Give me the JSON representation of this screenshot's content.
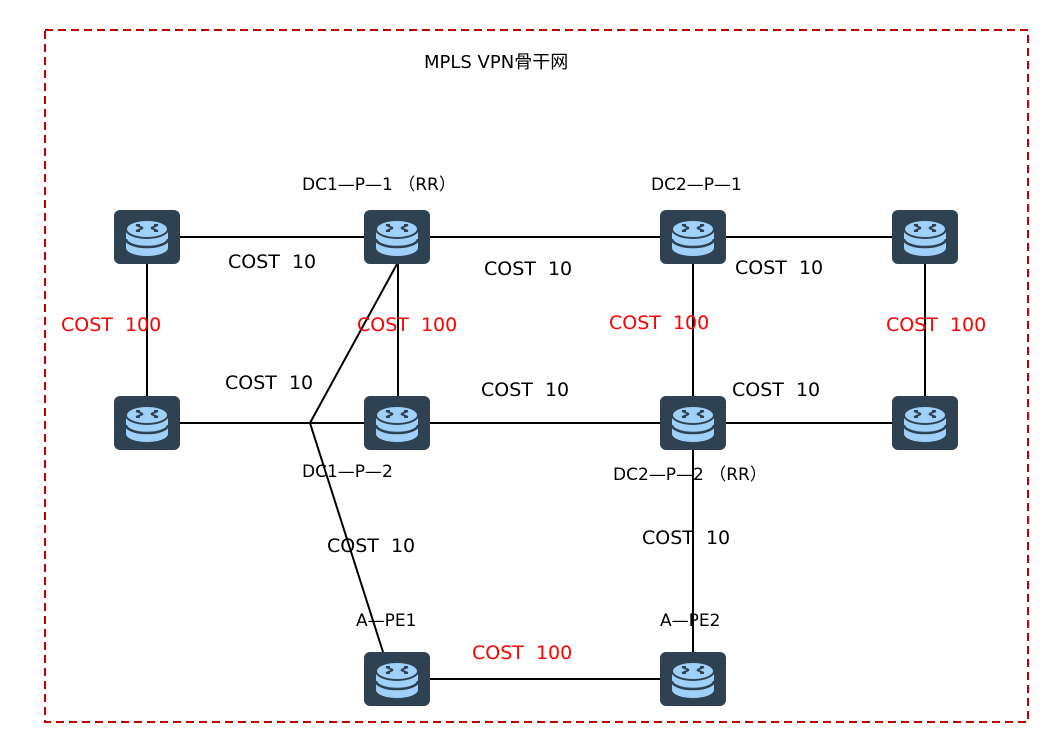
{
  "title": "MPLS VPN骨干网",
  "colors": {
    "border": "#c00000",
    "router_body": "#2f4252",
    "router_fill": "#9ed0fa",
    "link": "#000000",
    "cost_normal": "#000000",
    "cost_high": "#ff0000"
  },
  "nodes": [
    {
      "id": "left-top",
      "label": ""
    },
    {
      "id": "dc1-p-1",
      "label": "DC1—P—1 （RR）"
    },
    {
      "id": "dc2-p-1",
      "label": "DC2—P—1"
    },
    {
      "id": "right-top",
      "label": ""
    },
    {
      "id": "left-bottom",
      "label": ""
    },
    {
      "id": "dc1-p-2",
      "label": "DC1—P—2"
    },
    {
      "id": "dc2-p-2",
      "label": "DC2—P—2 （RR）"
    },
    {
      "id": "right-bottom",
      "label": ""
    },
    {
      "id": "a-pe1",
      "label": "A—PE1"
    },
    {
      "id": "a-pe2",
      "label": "A—PE2"
    }
  ],
  "links": [
    {
      "from": "left-top",
      "to": "dc1-p-1",
      "cost": "COST  10",
      "high": false
    },
    {
      "from": "dc1-p-1",
      "to": "dc2-p-1",
      "cost": "COST  10",
      "high": false
    },
    {
      "from": "dc2-p-1",
      "to": "right-top",
      "cost": "COST  10",
      "high": false
    },
    {
      "from": "left-top",
      "to": "left-bottom",
      "cost": "COST  100",
      "high": true
    },
    {
      "from": "dc1-p-1",
      "to": "dc1-p-2",
      "cost": "COST  100",
      "high": true
    },
    {
      "from": "dc2-p-1",
      "to": "dc2-p-2",
      "cost": "COST  100",
      "high": true
    },
    {
      "from": "right-top",
      "to": "right-bottom",
      "cost": "COST  100",
      "high": true
    },
    {
      "from": "left-bottom",
      "to": "dc1-p-2",
      "cost": "COST  10",
      "high": false
    },
    {
      "from": "dc1-p-2",
      "to": "dc2-p-2",
      "cost": "COST  10",
      "high": false
    },
    {
      "from": "dc2-p-2",
      "to": "right-bottom",
      "cost": "COST  10",
      "high": false
    },
    {
      "from": "dc1-p-1",
      "to": "a-pe1",
      "cost": "COST  10",
      "high": false
    },
    {
      "from": "dc2-p-2",
      "to": "a-pe2",
      "cost": "COST  10",
      "high": false
    },
    {
      "from": "a-pe1",
      "to": "a-pe2",
      "cost": "COST  100",
      "high": true
    }
  ]
}
